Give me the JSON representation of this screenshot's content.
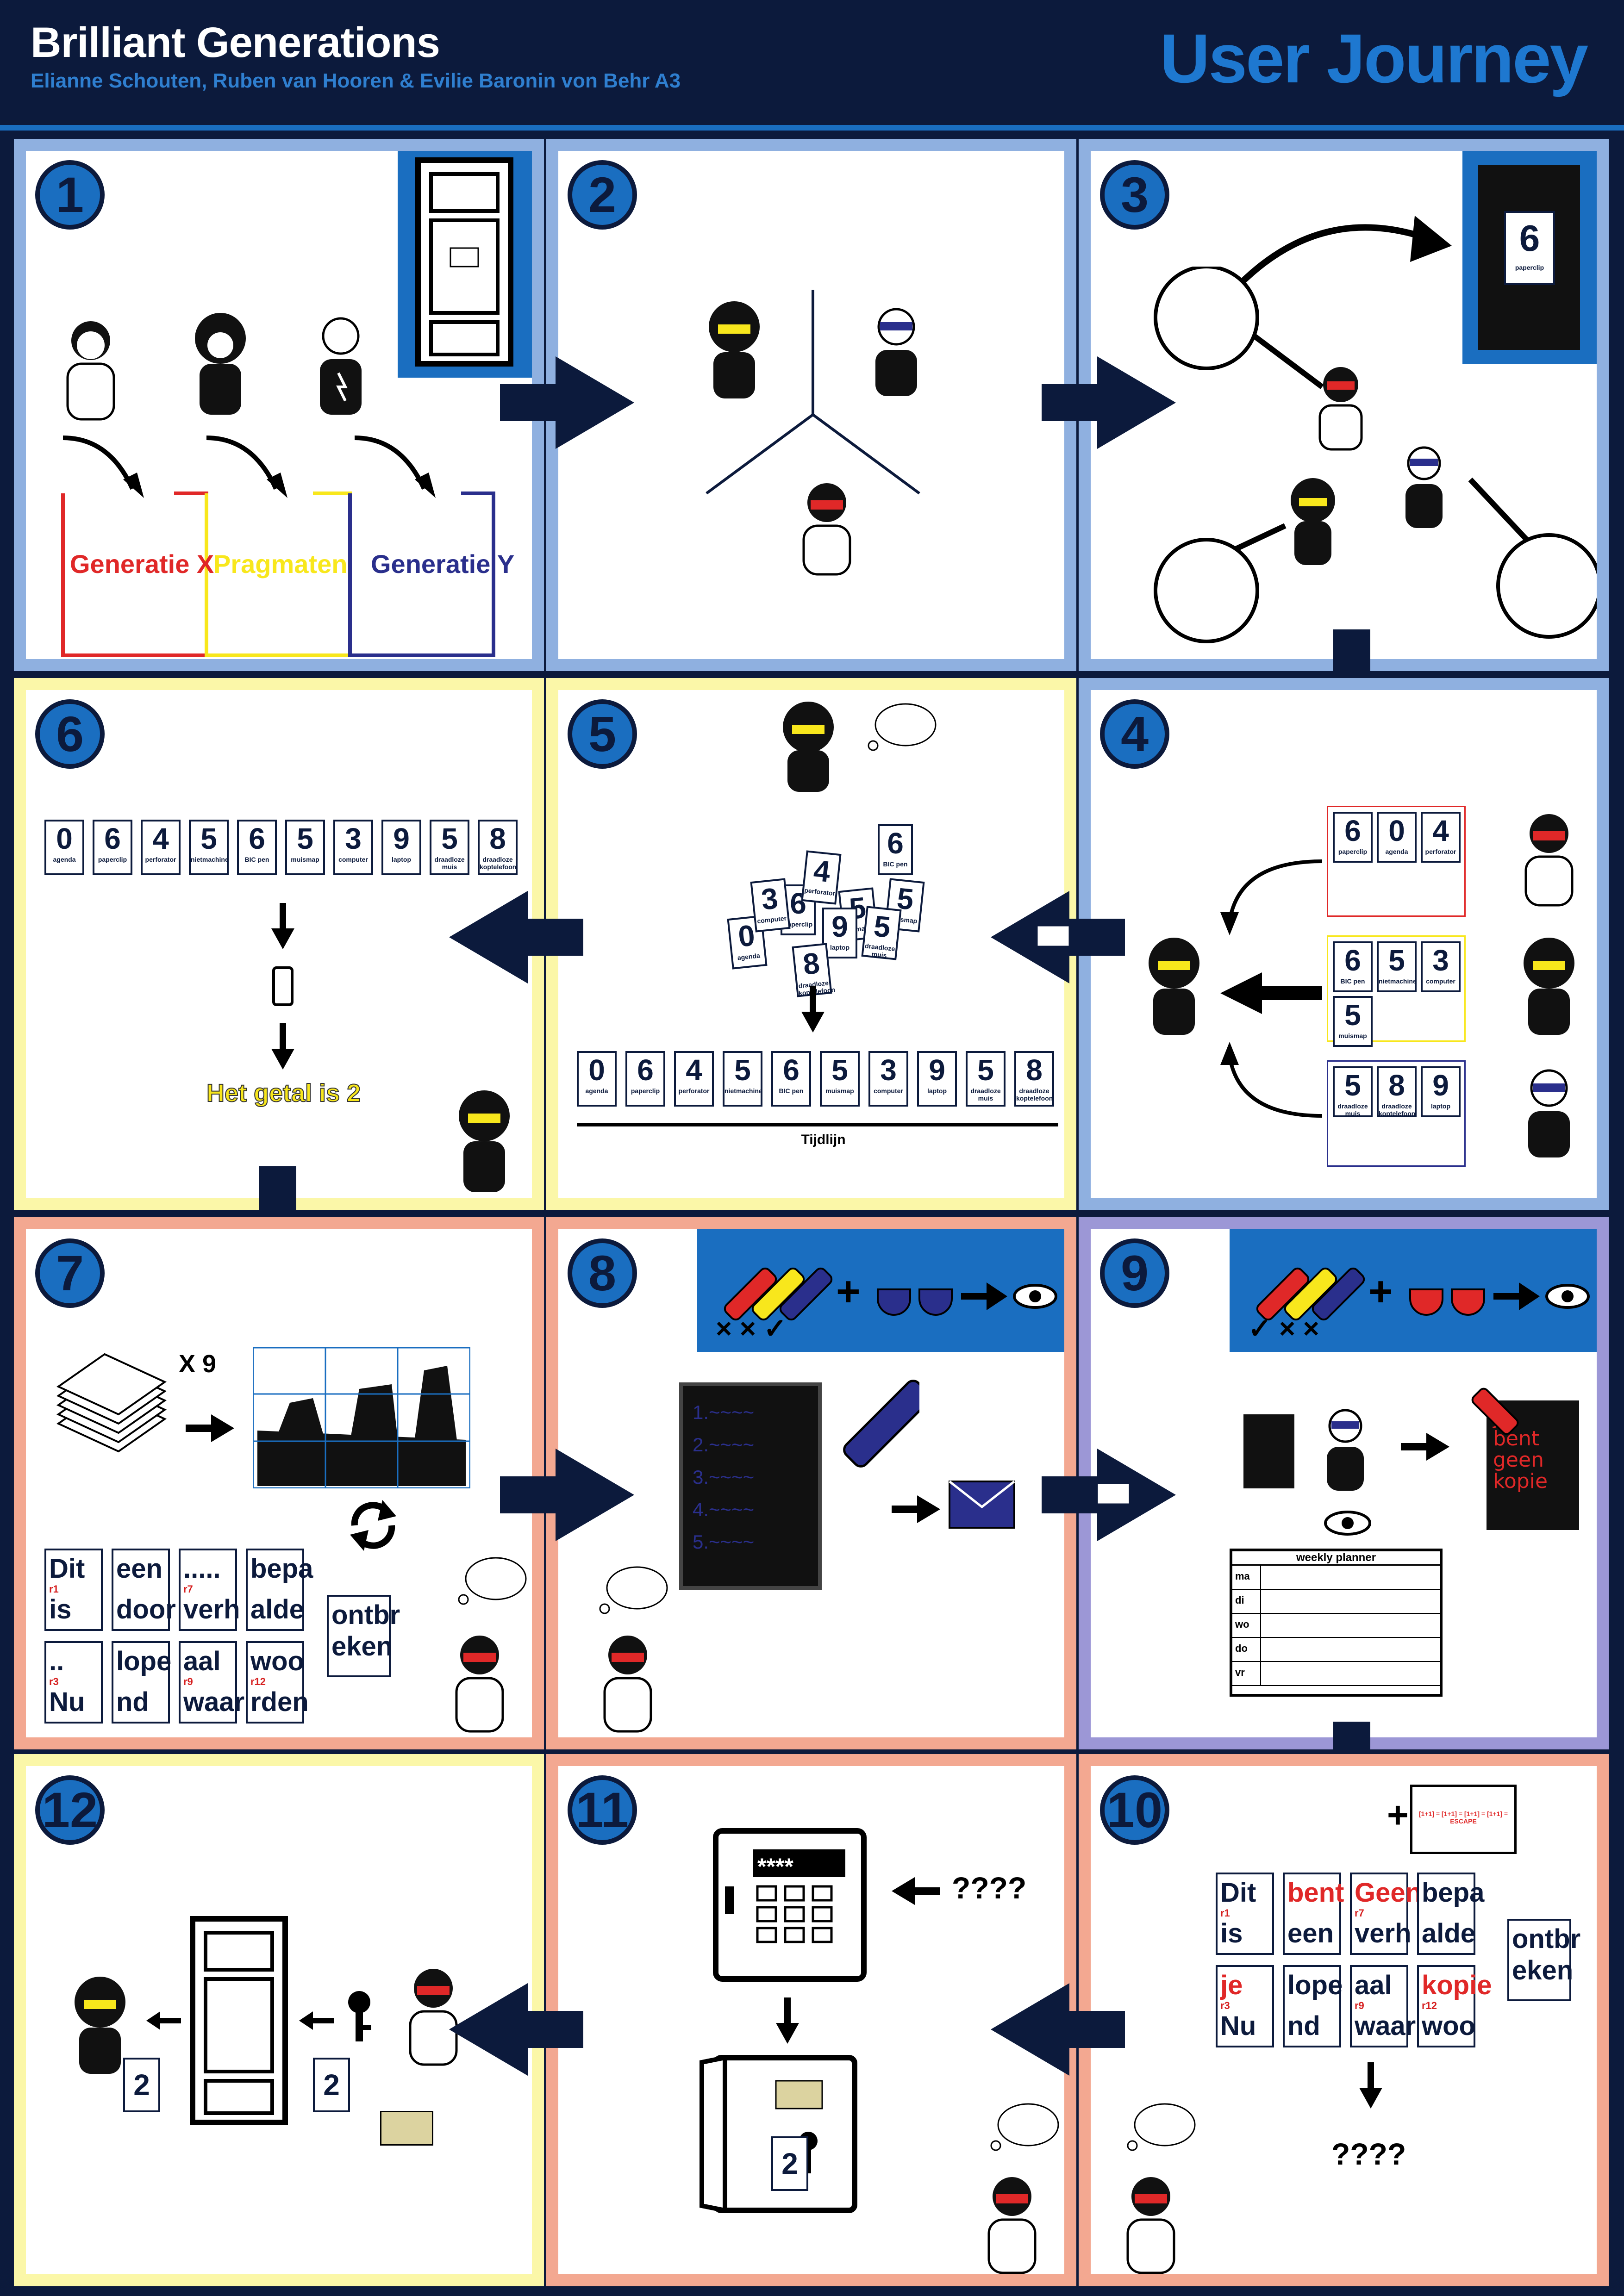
{
  "header": {
    "title": "Brilliant  Generations",
    "subtitle": "Elianne Schouten, Ruben van Hooren & Evilie Baronin von Behr A3",
    "journey": "User Journey"
  },
  "panels": {
    "p1": {
      "num": "1",
      "gen_x": "Generatie X",
      "pragmaten": "Pragmaten",
      "gen_y": "Generatie Y"
    },
    "p2": {
      "num": "2"
    },
    "p3": {
      "num": "3",
      "card_digit": "6",
      "card_label": "paperclip"
    },
    "p4": {
      "num": "4"
    },
    "p5": {
      "num": "5",
      "timeline": "Tijdlijn"
    },
    "p6": {
      "num": "6",
      "result": "Het getal is 2"
    },
    "p7": {
      "num": "7",
      "times": "X 9"
    },
    "p8": {
      "num": "8"
    },
    "p9": {
      "num": "9",
      "planner_title": "weekly planner",
      "days": [
        "ma",
        "di",
        "wo",
        "do",
        "vr"
      ],
      "red_words": [
        "je",
        "bent",
        "geen",
        "kopie"
      ]
    },
    "p10": {
      "num": "10",
      "unknown": "????",
      "formula": "[1+1] = [1+1] = [1+1] = [1+1] = ESCAPE"
    },
    "p11": {
      "num": "11",
      "code": "****",
      "unknown": "????",
      "digit": "2"
    },
    "p12": {
      "num": "12",
      "digit": "2"
    }
  },
  "cards_row": [
    {
      "d": "0",
      "l": "agenda"
    },
    {
      "d": "6",
      "l": "paperclip"
    },
    {
      "d": "4",
      "l": "perforator"
    },
    {
      "d": "5",
      "l": "nietmachine"
    },
    {
      "d": "6",
      "l": "BIC pen"
    },
    {
      "d": "5",
      "l": "muismap"
    },
    {
      "d": "3",
      "l": "computer"
    },
    {
      "d": "9",
      "l": "laptop"
    },
    {
      "d": "5",
      "l": "draadloze muis"
    },
    {
      "d": "8",
      "l": "draadloze koptelefoon"
    }
  ],
  "p4_cards": {
    "red": [
      {
        "d": "6",
        "l": "paperclip"
      },
      {
        "d": "0",
        "l": "agenda"
      },
      {
        "d": "4",
        "l": "perforator"
      }
    ],
    "yellow": [
      {
        "d": "6",
        "l": "BIC pen"
      },
      {
        "d": "5",
        "l": "nietmachine"
      },
      {
        "d": "3",
        "l": "computer"
      },
      {
        "d": "5",
        "l": "muismap"
      }
    ],
    "blue": [
      {
        "d": "5",
        "l": "draadloze muis"
      },
      {
        "d": "8",
        "l": "draadloze koptelefoon"
      },
      {
        "d": "9",
        "l": "laptop"
      }
    ]
  },
  "words7": [
    {
      "t": "Dit",
      "s": "r1",
      "b": "is"
    },
    {
      "t": "een",
      "s": "",
      "b": "door"
    },
    {
      "t": ".....",
      "s": "r7",
      "b": "verh"
    },
    {
      "t": "bepa",
      "s": "",
      "b": "alde"
    },
    {
      "t": "..",
      "s": "r3",
      "b": "Nu"
    },
    {
      "t": "lope",
      "s": "",
      "b": "nd"
    },
    {
      "t": "aal",
      "s": "r9",
      "b": "waar"
    },
    {
      "t": "woo",
      "s": "r12",
      "b": "rden"
    }
  ],
  "extra_word": "ontbr eken",
  "words10": [
    {
      "t": "Dit",
      "s": "r1",
      "b": "is",
      "red": false
    },
    {
      "t": "bent",
      "s": "",
      "b": "een",
      "red": true
    },
    {
      "t": "Geen",
      "s": "r7",
      "b": "verh",
      "red": true
    },
    {
      "t": "bepa",
      "s": "",
      "b": "alde",
      "red": false
    },
    {
      "t": "je",
      "s": "r3",
      "b": "Nu",
      "red": true
    },
    {
      "t": "lope",
      "s": "",
      "b": "nd",
      "red": false
    },
    {
      "t": "aal",
      "s": "r9",
      "b": "waar",
      "red": false
    },
    {
      "t": "kopie",
      "s": "r12",
      "b": "woo",
      "red": true
    }
  ],
  "colors": {
    "navy": "#0c1a3c",
    "blue": "#1a6ec0",
    "red": "#e02828",
    "yellow": "#f8e71c",
    "gen_y": "#2a2f8c"
  }
}
